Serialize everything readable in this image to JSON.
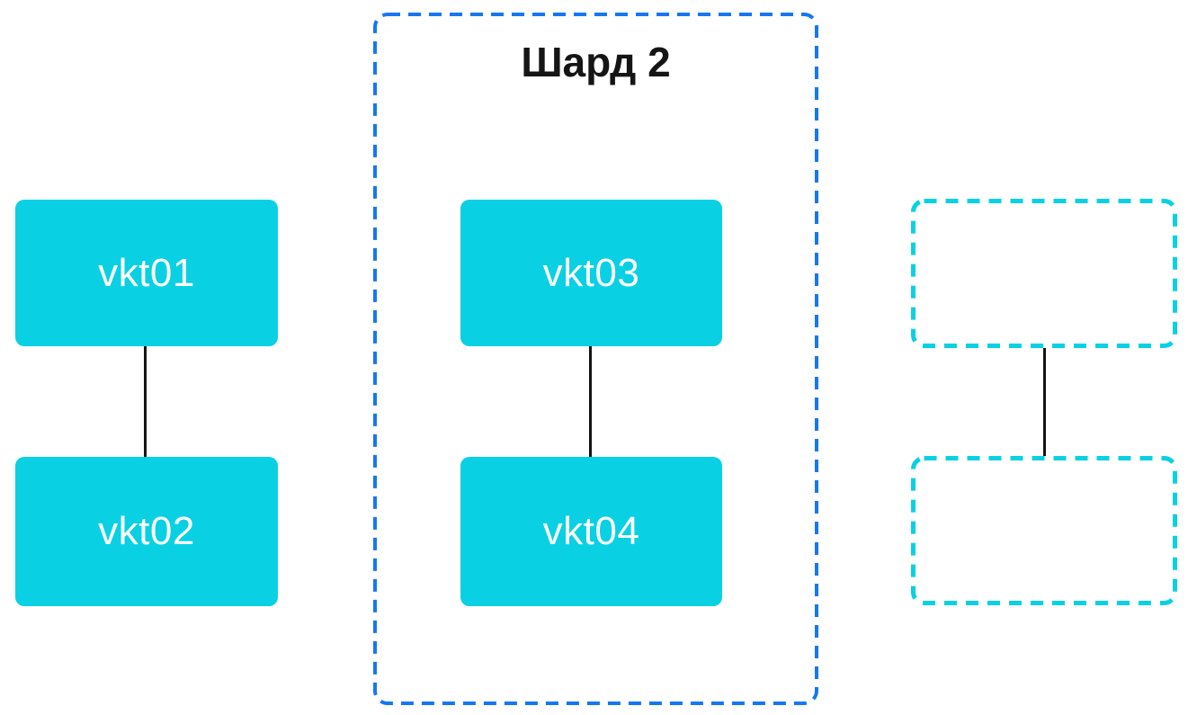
{
  "shard_group": {
    "title": "Шард 2",
    "nodes": [
      {
        "label": "vkt03"
      },
      {
        "label": "vkt04"
      }
    ]
  },
  "left_pair": {
    "nodes": [
      {
        "label": "vkt01"
      },
      {
        "label": "vkt02"
      }
    ]
  },
  "placeholder_pair": {
    "nodes": [
      {
        "label": ""
      },
      {
        "label": ""
      }
    ]
  },
  "colors": {
    "node_fill": "#09d1e3",
    "node_text": "#ffffff",
    "shard_frame_border": "#1677f2",
    "placeholder_border": "#09d1e3",
    "connector": "#151515",
    "title_text": "#151515"
  }
}
